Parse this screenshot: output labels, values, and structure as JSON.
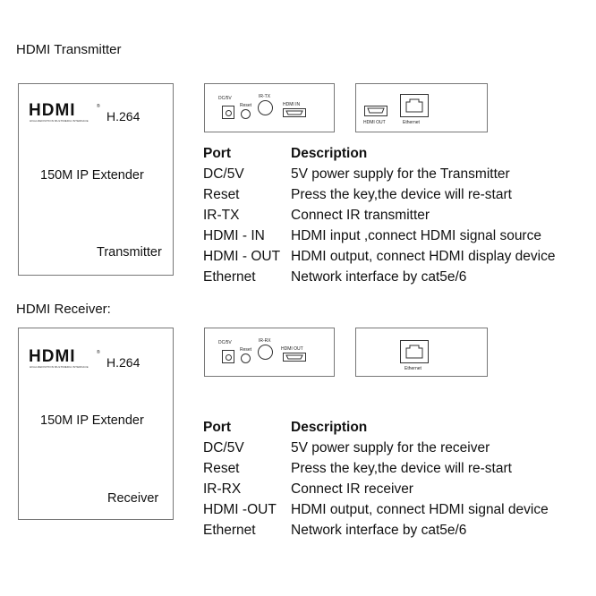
{
  "transmitter": {
    "section_title": "HDMI Transmitter",
    "box": {
      "logo_text": "HDMI",
      "logo_subtitle": "HIGH-DEFINITION MULTIMEDIA INTERFACE",
      "codec": "H.264",
      "product": "150M IP Extender",
      "role": "Transmitter"
    },
    "front_panel": {
      "dc_label": "DC/5V",
      "reset_label": "Reset",
      "ir_label": "IR-TX",
      "hdmi_label": "HDMI IN"
    },
    "back_panel": {
      "hdmi_label": "HDMI OUT",
      "ethernet_label": "Ethernet"
    },
    "table": {
      "headers": {
        "port": "Port",
        "description": "Description"
      },
      "rows": [
        {
          "port": "DC/5V",
          "description": "5V power supply for the Transmitter"
        },
        {
          "port": "Reset",
          "description": "Press the key,the device will re-start"
        },
        {
          "port": "IR-TX",
          "description": "Connect IR transmitter"
        },
        {
          "port": "HDMI - IN",
          "description": "HDMI input ,connect HDMI signal source"
        },
        {
          "port": "HDMI - OUT",
          "description": "HDMI output, connect HDMI display device"
        },
        {
          "port": "Ethernet",
          "description": "Network interface by cat5e/6"
        }
      ]
    }
  },
  "receiver": {
    "section_title": "HDMI Receiver:",
    "box": {
      "logo_text": "HDMI",
      "logo_subtitle": "HIGH-DEFINITION MULTIMEDIA INTERFACE",
      "codec": "H.264",
      "product": "150M IP Extender",
      "role": "Receiver"
    },
    "front_panel": {
      "dc_label": "DC/5V",
      "reset_label": "Reset",
      "ir_label": "IR-RX",
      "hdmi_label": "HDMI OUT"
    },
    "back_panel": {
      "ethernet_label": "Ethernet"
    },
    "table": {
      "headers": {
        "port": "Port",
        "description": "Description"
      },
      "rows": [
        {
          "port": "DC/5V",
          "description": "5V power supply for the receiver"
        },
        {
          "port": "Reset",
          "description": "Press the key,the device will re-start"
        },
        {
          "port": "IR-RX",
          "description": "Connect IR receiver"
        },
        {
          "port": "HDMI -OUT",
          "description": "HDMI output, connect HDMI signal device"
        },
        {
          "port": "Ethernet",
          "description": "Network interface by cat5e/6"
        }
      ]
    }
  }
}
